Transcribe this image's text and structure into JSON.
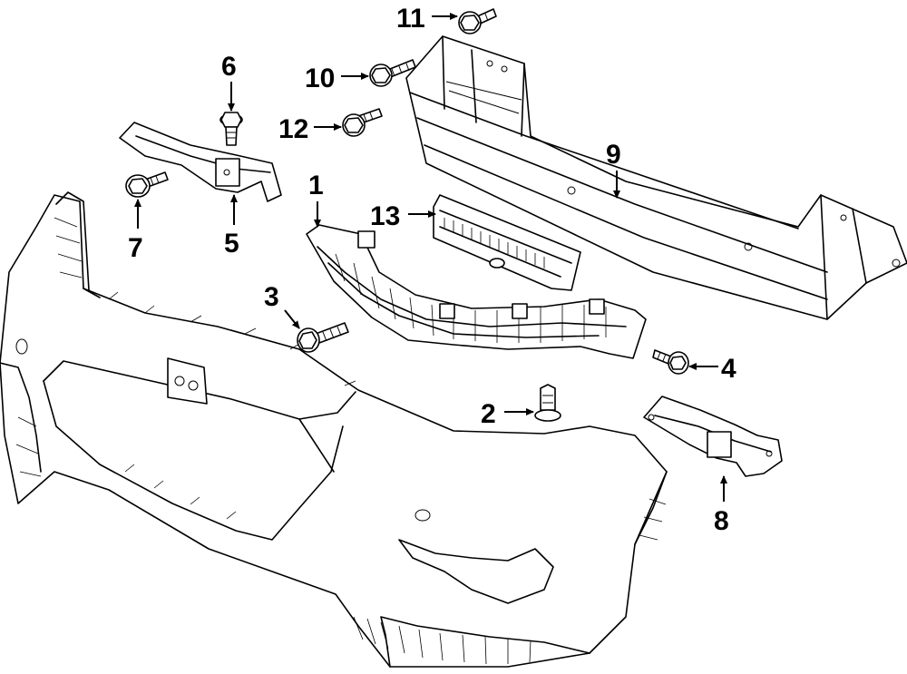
{
  "callouts": [
    {
      "id": "1",
      "label": "1"
    },
    {
      "id": "2",
      "label": "2"
    },
    {
      "id": "3",
      "label": "3"
    },
    {
      "id": "4",
      "label": "4"
    },
    {
      "id": "5",
      "label": "5"
    },
    {
      "id": "6",
      "label": "6"
    },
    {
      "id": "7",
      "label": "7"
    },
    {
      "id": "8",
      "label": "8"
    },
    {
      "id": "9",
      "label": "9"
    },
    {
      "id": "10",
      "label": "10"
    },
    {
      "id": "11",
      "label": "11"
    },
    {
      "id": "12",
      "label": "12"
    },
    {
      "id": "13",
      "label": "13"
    }
  ]
}
